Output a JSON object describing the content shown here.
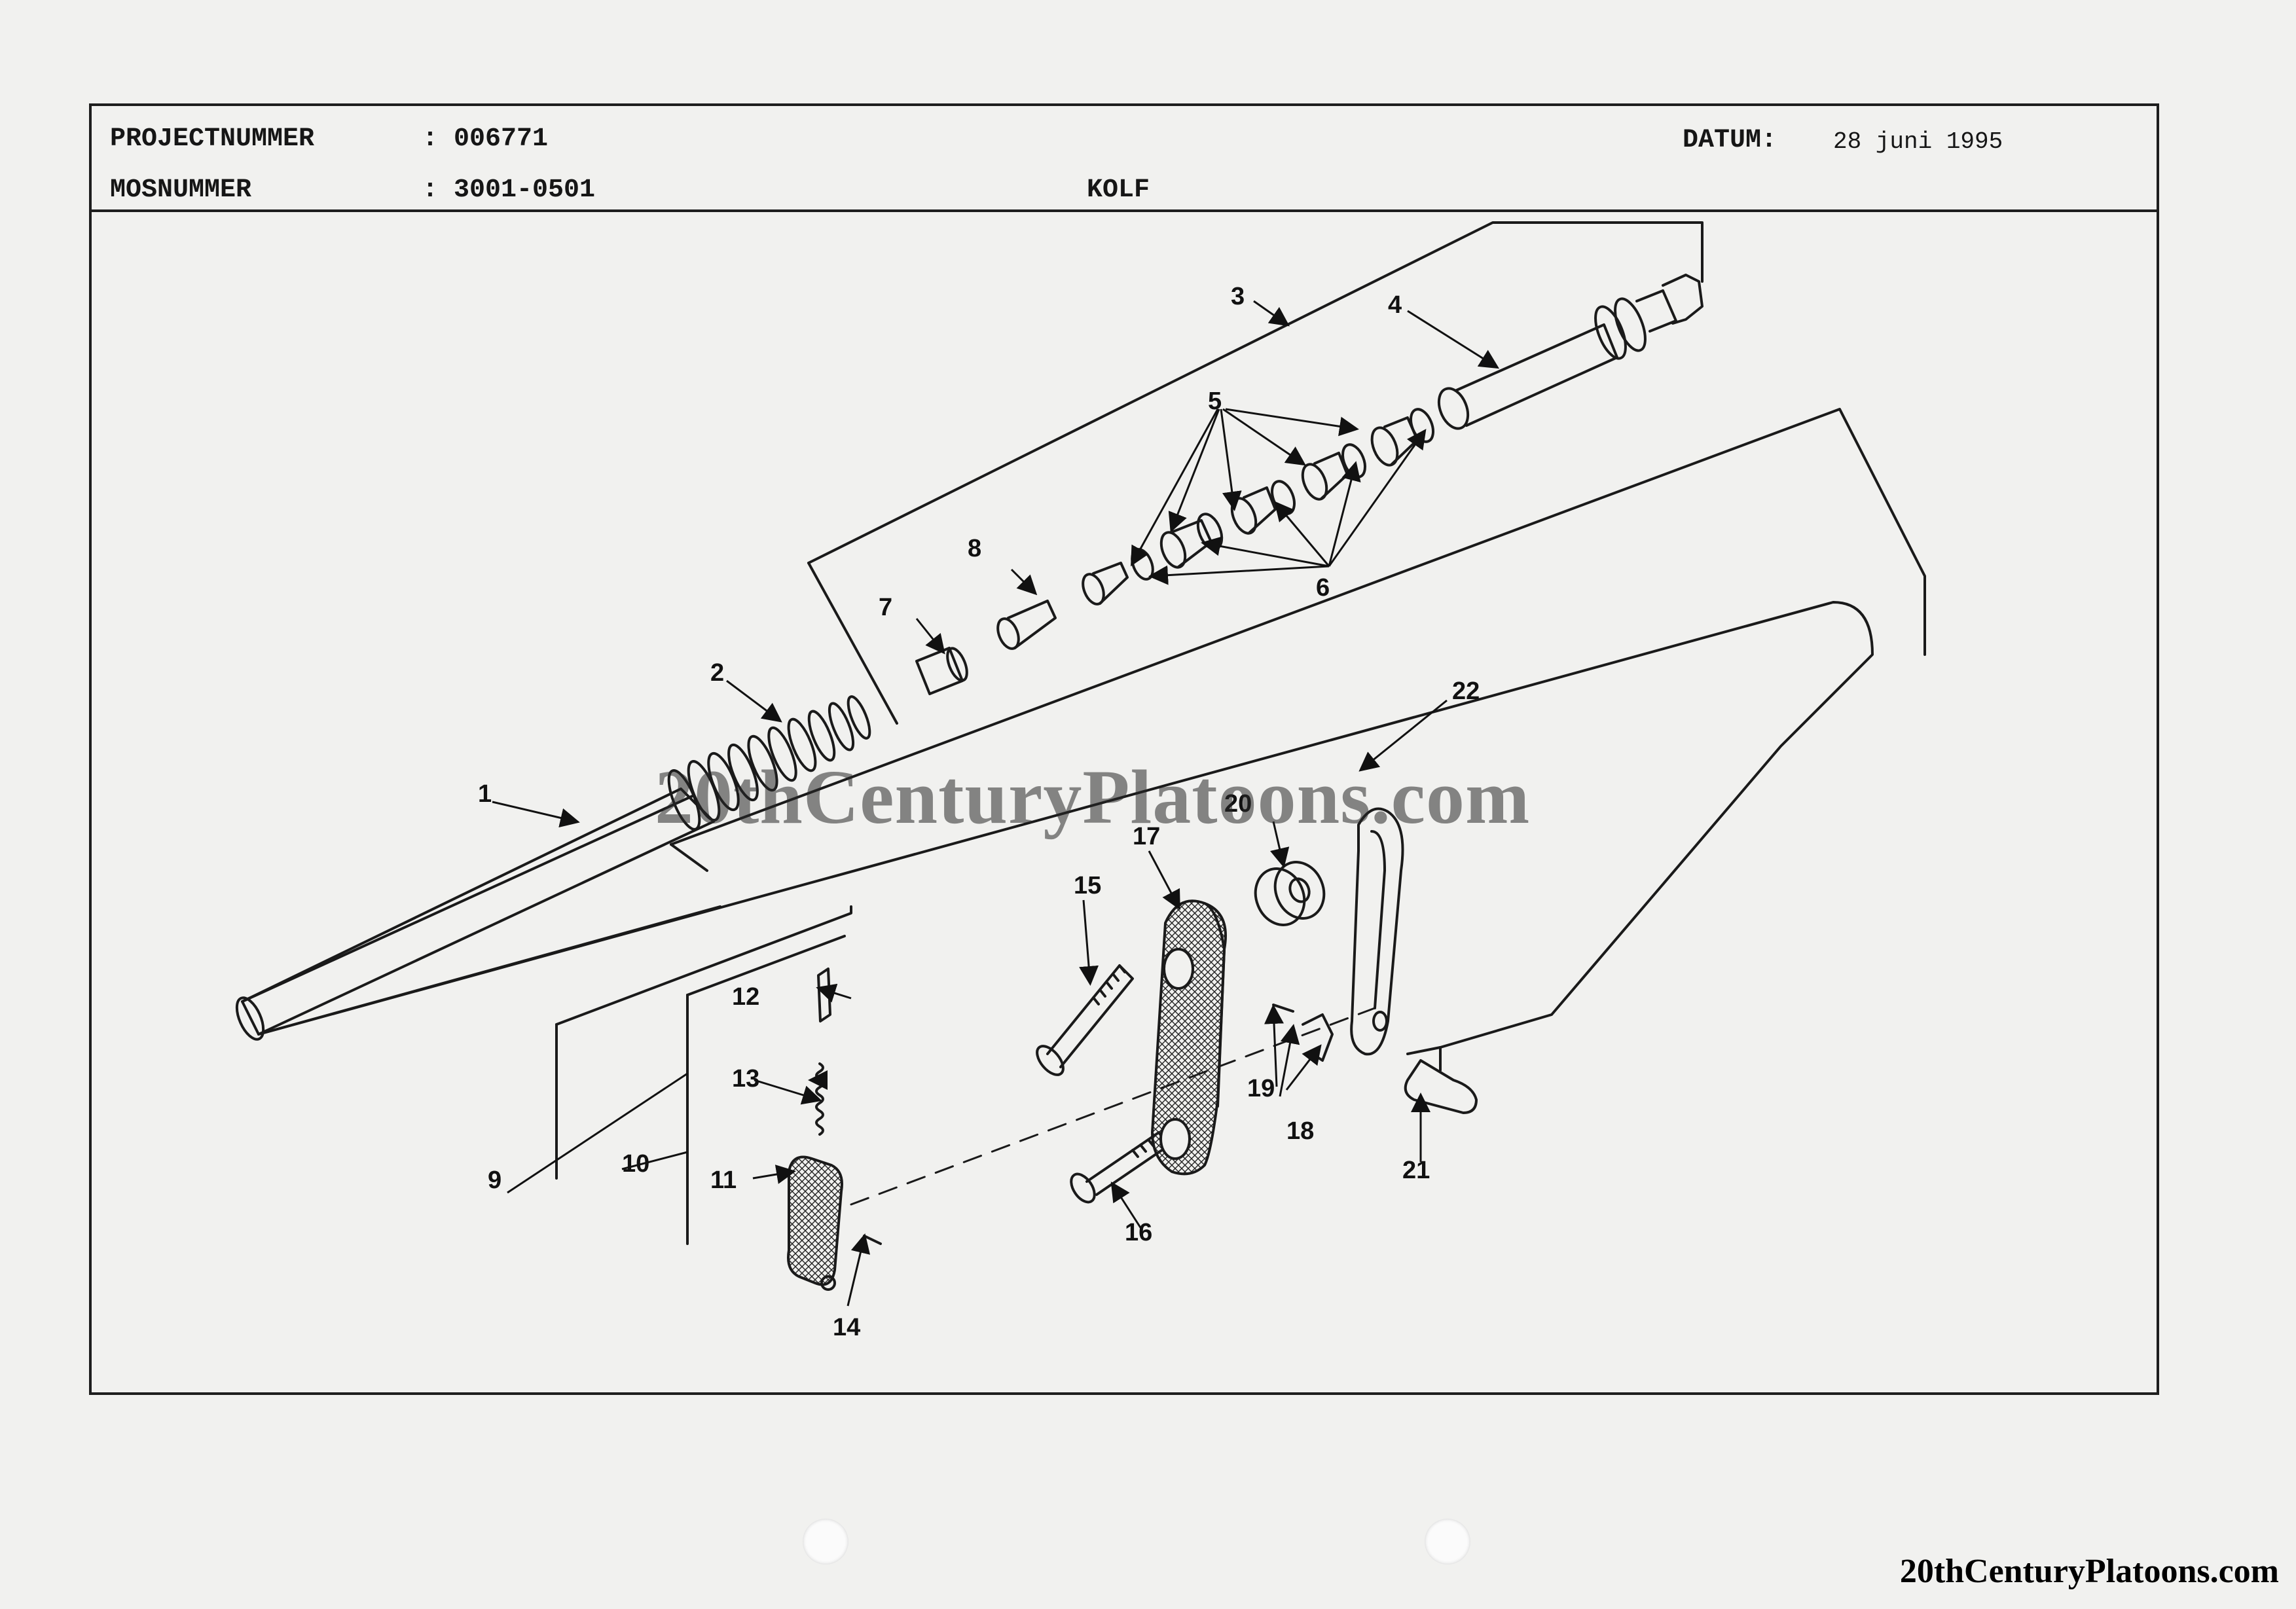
{
  "header": {
    "project_label": "PROJECTNUMMER",
    "project_value": ": 006771",
    "mos_label": "MOSNUMMER",
    "mos_value": ": 3001-0501",
    "date_label": "DATUM:",
    "date_value": "28 juni 1995",
    "part_title": "KOLF"
  },
  "callouts": [
    "1",
    "2",
    "3",
    "4",
    "5",
    "6",
    "7",
    "8",
    "9",
    "10",
    "11",
    "12",
    "13",
    "14",
    "15",
    "16",
    "17",
    "18",
    "19",
    "20",
    "21",
    "22"
  ],
  "watermark": "20thCenturyPlatoons.com",
  "footer_watermark": "20thCenturyPlatoons.com"
}
